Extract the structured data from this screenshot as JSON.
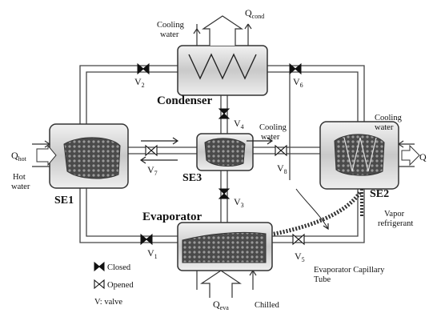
{
  "diagram": {
    "components": {
      "condenser": "Condenser",
      "evaporator": "Evaporator",
      "se1": "SE1",
      "se2": "SE2",
      "se3": "SE3"
    },
    "valves": {
      "v1": "V",
      "v1_sub": "1",
      "v2": "V",
      "v2_sub": "2",
      "v3": "V",
      "v3_sub": "3",
      "v4": "V",
      "v4_sub": "4",
      "v5": "V",
      "v5_sub": "5",
      "v6": "V",
      "v6_sub": "6",
      "v7": "V",
      "v7_sub": "7",
      "v8": "V",
      "v8_sub": "8"
    },
    "heat_flows": {
      "q_cond_main": "Q",
      "q_cond_sub": "cond",
      "q_hot_main": "Q",
      "q_hot_sub": "hot",
      "q_eva_main": "Q",
      "q_eva_sub": "eva",
      "q_right_main": "Q"
    },
    "streams": {
      "cooling_water_top_1": "Cooling",
      "cooling_water_top_2": "water",
      "cooling_water_mid_1": "Cooling",
      "cooling_water_mid_2": "water",
      "cooling_water_right_1": "Cooling",
      "cooling_water_right_2": "water",
      "hot_water_1": "Hot",
      "hot_water_2": "water",
      "chilled": "Chilled",
      "vapor_refrigerant_1": "Vapor",
      "vapor_refrigerant_2": "refrigerant",
      "capillary_1": "Evaporator Capillary",
      "capillary_2": "Tube"
    },
    "legend": {
      "closed": "Closed",
      "opened": "Opened",
      "valve_key": "V: valve"
    },
    "colors": {
      "line": "#3a3a3a",
      "pipe_outline": "#555555",
      "component_fill": "#d8d8d8",
      "bed_fill": "#6a6a6a",
      "text": "#111111"
    }
  }
}
